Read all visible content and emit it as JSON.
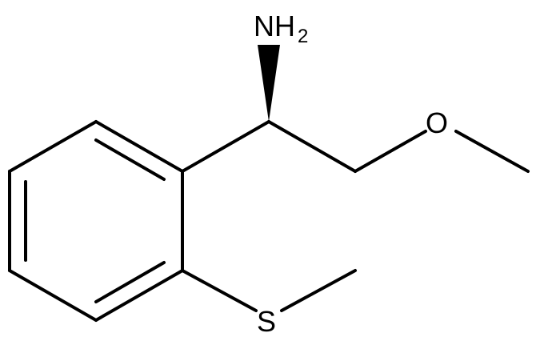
{
  "molecule": {
    "atoms": {
      "amine_symbol": "NH",
      "amine_subscript": "2",
      "oxygen": "O",
      "sulfur": "S"
    },
    "colors": {
      "bond": "#000000",
      "text": "#000000",
      "background": "#ffffff"
    },
    "stereo": {
      "chiral_center_bond": "wedge"
    }
  }
}
